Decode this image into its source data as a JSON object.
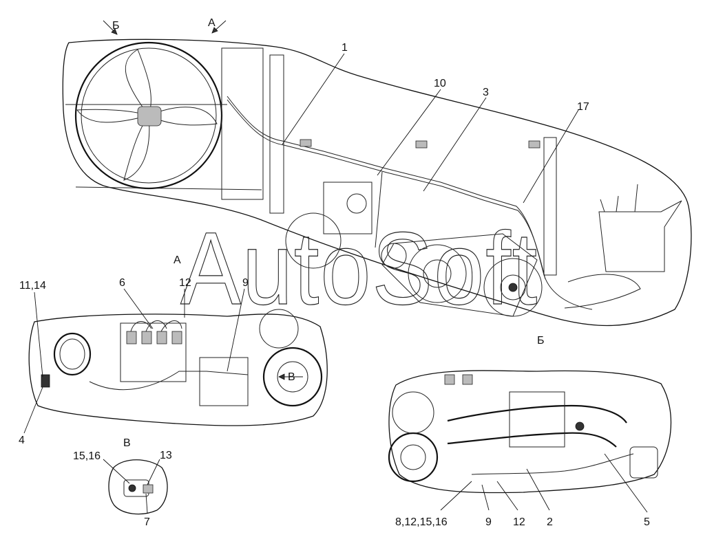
{
  "view_letters": {
    "view_b_arrow": "Б",
    "view_a_arrow": "А",
    "view_a_title": "А",
    "view_b_title": "Б",
    "view_v_title": "В",
    "view_v_marker": "В"
  },
  "callouts": {
    "main_1": "1",
    "main_10": "10",
    "main_3": "3",
    "main_17": "17",
    "a_11_14": "11,14",
    "a_6": "6",
    "a_12": "12",
    "a_9": "9",
    "a_4": "4",
    "v_15_16": "15,16",
    "v_13": "13",
    "v_7": "7",
    "b_8_12_15_16": "8,12,15,16",
    "b_9": "9",
    "b_12": "12",
    "b_2": "2",
    "b_5": "5"
  },
  "watermark": "AutoSoft"
}
